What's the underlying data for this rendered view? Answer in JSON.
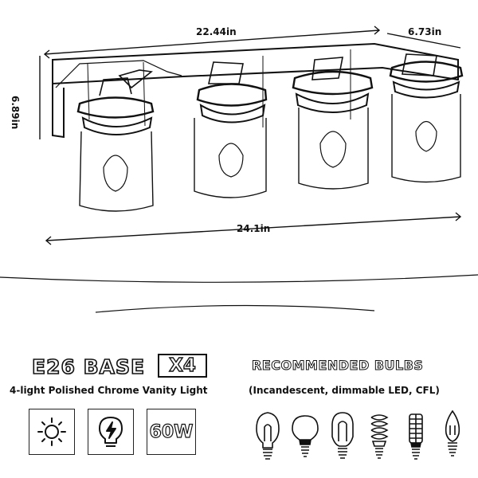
{
  "dimensions": {
    "width": "22.44in",
    "depth": "6.73in",
    "height": "6.89in",
    "total": "24.1in"
  },
  "base": {
    "label": "E26 BASE",
    "count": "X4",
    "subtitle": "4-light Polished Chrome Vanity Light"
  },
  "badges": {
    "wattage": "60W",
    "icons": [
      "sun-icon",
      "bulb-bolt-icon"
    ]
  },
  "recommended": {
    "title": "RECOMMENDED BULBS",
    "subtitle": "(Incandescent, dimmable LED, CFL)",
    "bulb_icons": [
      "edison-bulb-icon",
      "led-a19-bulb-icon",
      "st-edison-bulb-icon",
      "cfl-spiral-bulb-icon",
      "corn-led-bulb-icon",
      "candle-bulb-icon"
    ]
  }
}
